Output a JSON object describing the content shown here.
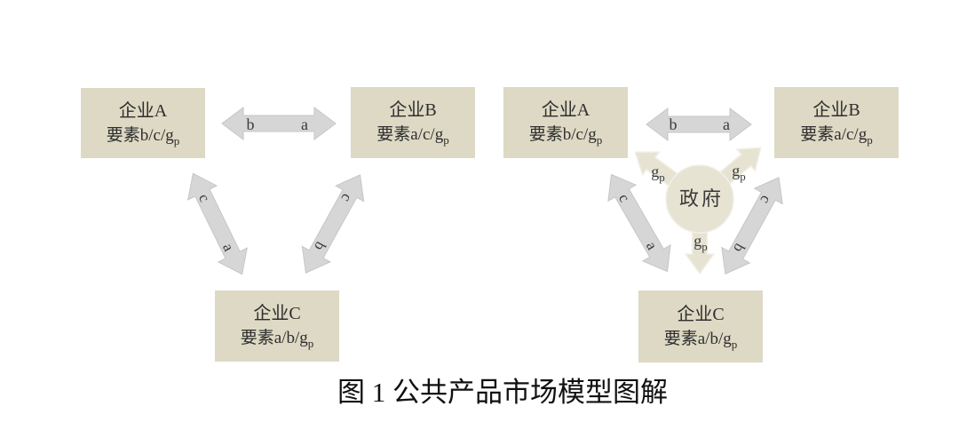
{
  "caption": "图 1 公共产品市场模型图解",
  "colors": {
    "box_fill": "#ddd9c4",
    "box_text": "#2e2e2e",
    "arrow_fill": "#d6d6d6",
    "arrow_border": "#c6c6c6",
    "gov_fill": "#e7e3d2",
    "gov_border": "#f2f0e8",
    "label_ink": "#3a3a3a",
    "caption_ink": "#101010"
  },
  "left": {
    "box_a": {
      "title": "企业A",
      "factors": "要素b/c/g",
      "factors_sub": "p"
    },
    "box_b": {
      "title": "企业B",
      "factors": "要素a/c/g",
      "factors_sub": "p"
    },
    "box_c": {
      "title": "企业C",
      "factors": "要素a/b/g",
      "factors_sub": "p"
    },
    "arrow_ab": {
      "left": "b",
      "right": "a"
    },
    "arrow_ac": {
      "top": "c",
      "bottom": "a"
    },
    "arrow_bc": {
      "top": "c",
      "bottom": "b"
    }
  },
  "right": {
    "box_a": {
      "title": "企业A",
      "factors": "要素b/c/g",
      "factors_sub": "p"
    },
    "box_b": {
      "title": "企业B",
      "factors": "要素a/c/g",
      "factors_sub": "p"
    },
    "box_c": {
      "title": "企业C",
      "factors": "要素a/b/g",
      "factors_sub": "p"
    },
    "arrow_ab": {
      "left": "b",
      "right": "a"
    },
    "arrow_ac": {
      "top": "c",
      "bottom": "a"
    },
    "arrow_bc": {
      "top": "c",
      "bottom": "b"
    },
    "government": {
      "label": "政府"
    },
    "gov_arrow_to_a": {
      "main": "g",
      "sub": "p"
    },
    "gov_arrow_to_b": {
      "main": "g",
      "sub": "p"
    },
    "gov_arrow_to_c": {
      "main": "g",
      "sub": "p"
    }
  }
}
